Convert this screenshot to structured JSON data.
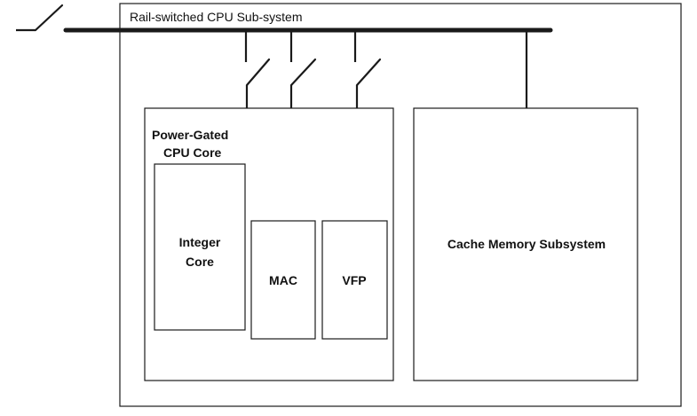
{
  "diagram": {
    "outer_label": "Rail-switched CPU Sub-system",
    "core_label_line1": "Power-Gated",
    "core_label_line2": "CPU Core",
    "integer_line1": "Integer",
    "integer_line2": "Core",
    "mac": "MAC",
    "vfp": "VFP",
    "cache": "Cache Memory Subsystem"
  }
}
